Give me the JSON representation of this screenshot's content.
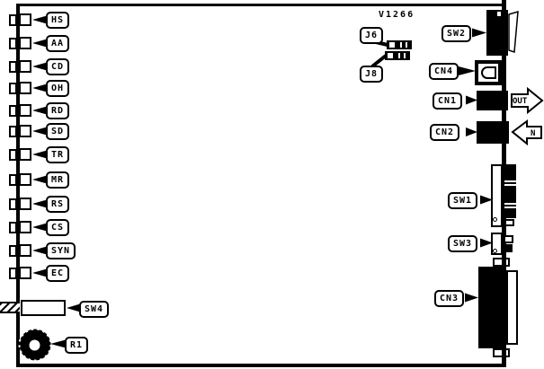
{
  "board_label": "V1266",
  "leds": {
    "items": [
      {
        "label": "HS"
      },
      {
        "label": "AA"
      },
      {
        "label": "CD"
      },
      {
        "label": "OH"
      },
      {
        "label": "RD"
      },
      {
        "label": "SD"
      },
      {
        "label": "TR"
      },
      {
        "label": "MR"
      },
      {
        "label": "RS"
      },
      {
        "label": "CS"
      },
      {
        "label": "SYN"
      },
      {
        "label": "EC"
      }
    ]
  },
  "jumpers": {
    "j6_label": "J6",
    "j8_label": "J8"
  },
  "switches": {
    "sw1_label": "SW1",
    "sw2_label": "SW2",
    "sw3_label": "SW3",
    "sw4_label": "SW4"
  },
  "connectors": {
    "cn1_label": "CN1",
    "cn2_label": "CN2",
    "cn3_label": "CN3",
    "cn4_label": "CN4"
  },
  "potentiometer_label": "R1",
  "arrows": {
    "out_label": "OUT",
    "in_label": "N"
  },
  "colors": {
    "ink": "#000000",
    "background": "#ffffff"
  }
}
